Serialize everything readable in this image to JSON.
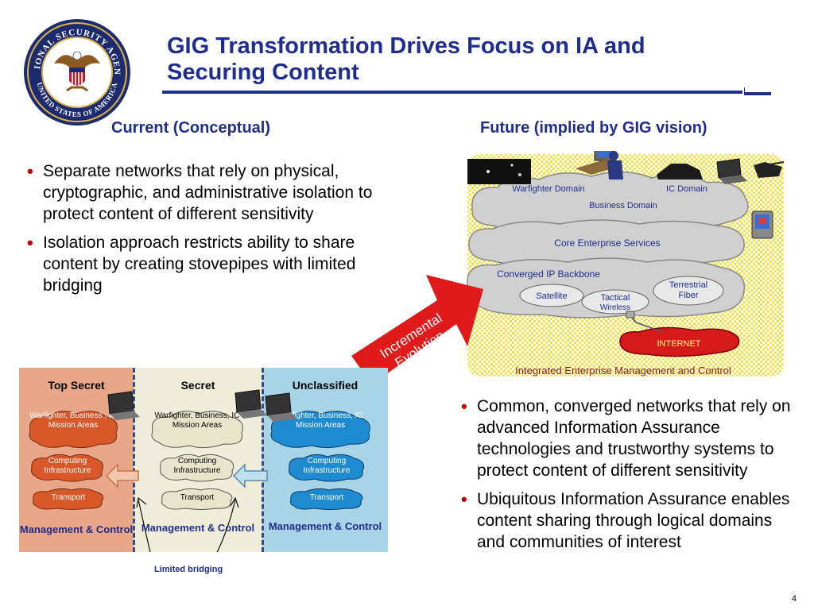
{
  "header": {
    "title_line1": "GIG Transformation Drives Focus on IA and",
    "title_line2": "Securing Content",
    "seal_text_top": "NATIONAL SECURITY AGENCY",
    "seal_text_bottom": "UNITED STATES OF AMERICA"
  },
  "current": {
    "heading": "Current (Conceptual)",
    "bullets": [
      "Separate networks that rely on physical, cryptographic, and administrative isolation to protect content of different sensitivity",
      "Isolation approach restricts ability to share content by creating stovepipes with limited bridging"
    ],
    "diagram": {
      "panels": [
        {
          "title": "Top Secret",
          "mission": "Warfighter, Business , IC Mission Areas",
          "computing": "Computing Infrastructure",
          "transport": "Transport",
          "management": "Management & Control"
        },
        {
          "title": "Secret",
          "mission": "Warfighter, Business, IC Mission Areas",
          "computing": "Computing Infrastructure",
          "transport": "Transport",
          "management": "Management & Control"
        },
        {
          "title": "Unclassified",
          "mission": "Warfighter, Business, IC Mission Areas",
          "computing": "Computing Infrastructure",
          "transport": "Transport",
          "management": "Management & Control"
        }
      ],
      "bridging_label": "Limited  bridging"
    }
  },
  "future": {
    "heading": "Future (implied by GIG vision)",
    "bullets": [
      "Common, converged networks that rely on advanced Information Assurance technologies and trustworthy systems to protect content of different sensitivity",
      "Ubiquitous Information Assurance enables content sharing through logical domains and communities of interest"
    ],
    "diagram": {
      "warfighter_domain": "Warfighter Domain",
      "business_domain": "Business Domain",
      "ic_domain": "IC Domain",
      "core_services": "Core Enterprise Services",
      "backbone": "Converged IP Backbone",
      "satellite": "Satellite",
      "tactical": "Tactical",
      "wireless": "Wireless",
      "terrestrial": "Terrestrial",
      "fiber": "Fiber",
      "internet": "INTERNET",
      "integrated": "Integrated Enterprise Management and Control"
    }
  },
  "arrow": {
    "line1": "Incremental",
    "line2": "Evolution"
  },
  "page_number": "4",
  "colors": {
    "title_blue": "#1f2d8f",
    "bullet_red": "#c00000",
    "top_secret_bg": "#e8a788",
    "secret_bg": "#efedd9",
    "unclassified_bg": "#a8d4e8",
    "arrow_red": "#e01a1a"
  }
}
